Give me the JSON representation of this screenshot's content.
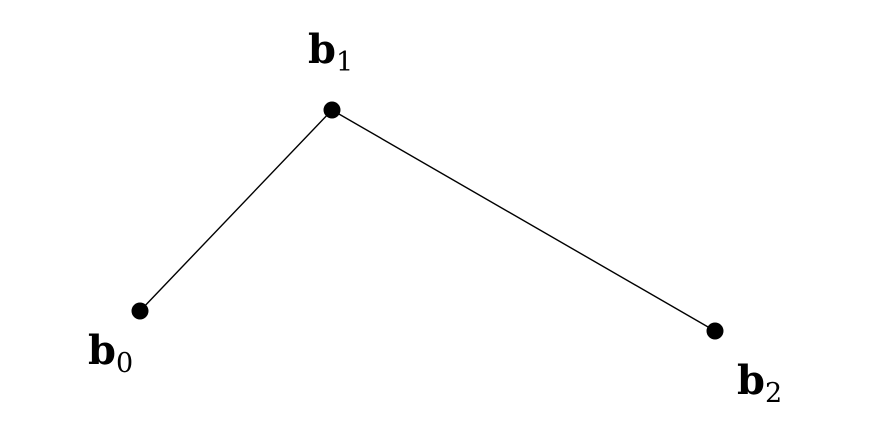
{
  "diagram": {
    "points": [
      {
        "name": "b0",
        "base": "b",
        "subscript": "0"
      },
      {
        "name": "b1",
        "base": "b",
        "subscript": "1"
      },
      {
        "name": "b2",
        "base": "b",
        "subscript": "2"
      }
    ],
    "colors": {
      "ink": "#000000",
      "background": "#ffffff"
    }
  }
}
